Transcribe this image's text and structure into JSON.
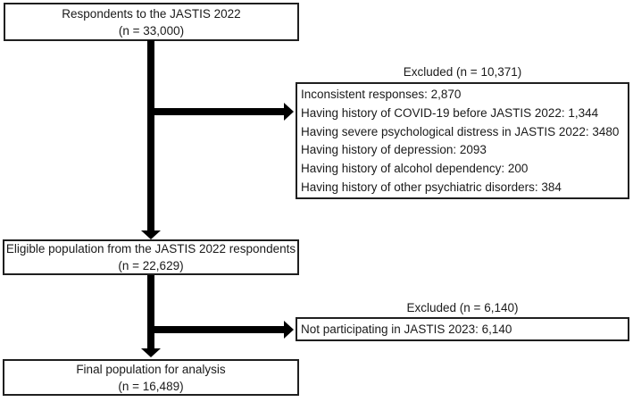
{
  "colors": {
    "background": "#ffffff",
    "box_border": "#1f1f1f",
    "text": "#1a1a1a",
    "arrow": "#000000"
  },
  "box_respondents": {
    "title": "Respondents to the JASTIS 2022",
    "n": "(n = 33,000)"
  },
  "excluded_1": {
    "title": "Excluded (n = 10,371)",
    "items": [
      "Inconsistent responses: 2,870",
      "Having history of COVID-19 before JASTIS 2022: 1,344",
      "Having severe psychological distress in JASTIS 2022: 3480",
      "Having history of depression: 2093",
      "Having history of alcohol dependency: 200",
      "Having history of other psychiatric disorders: 384"
    ]
  },
  "box_eligible": {
    "title": "Eligible population from the JASTIS 2022 respondents",
    "n": "(n = 22,629)"
  },
  "excluded_2": {
    "title": "Excluded (n = 6,140)",
    "items": [
      "Not participating in JASTIS 2023: 6,140"
    ]
  },
  "box_final": {
    "title": "Final population for analysis",
    "n": "(n = 16,489)"
  }
}
